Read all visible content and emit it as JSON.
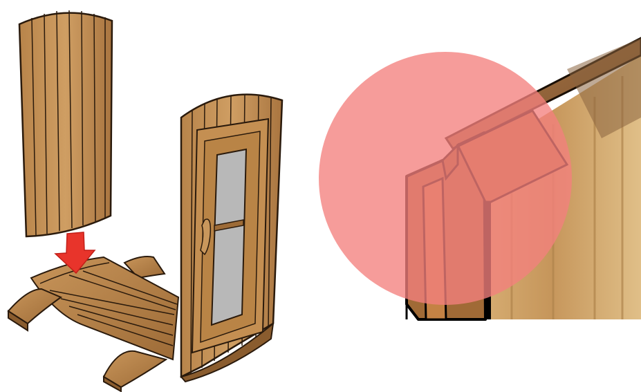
{
  "figure": {
    "left_panel": {
      "subject": "barrel-sauna-assembly",
      "parts": [
        "rear-wall",
        "base-cradle",
        "front-wall-with-door",
        "insertion-arrow"
      ]
    },
    "right_panel": {
      "subject": "tongue-and-groove-joint-closeup",
      "highlight": "joint-highlight-circle"
    }
  },
  "colors": {
    "wood_light": "#c9975c",
    "wood_mid": "#b07f46",
    "wood_dark": "#8a5c2e",
    "outline": "#2a1a0c",
    "arrow": "#e8342b",
    "glass": "#b8b8b8",
    "highlight": "#f4807e"
  }
}
